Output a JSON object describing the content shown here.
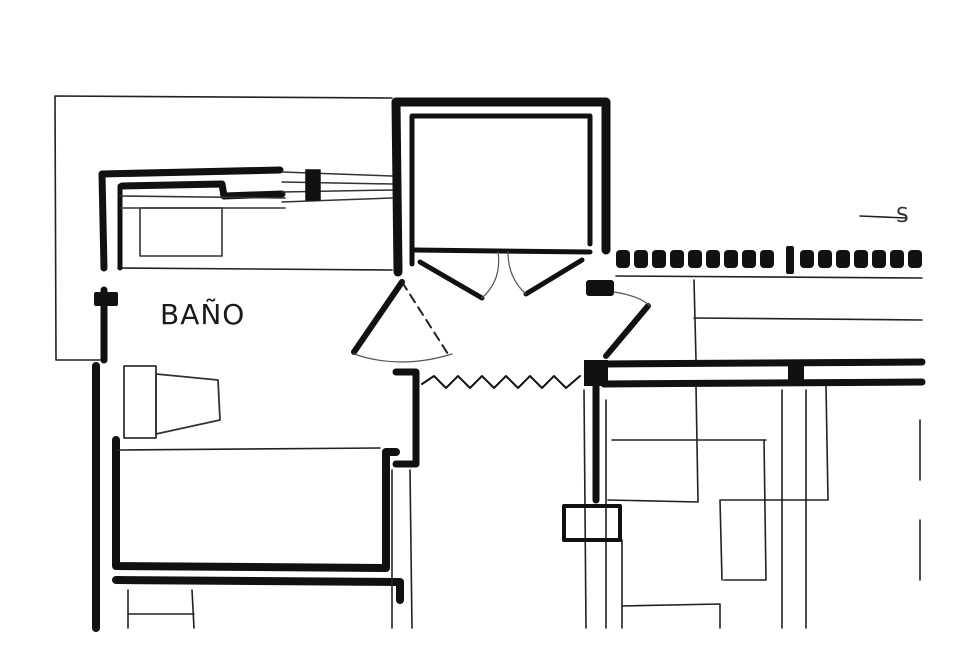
{
  "plan": {
    "ink_color": "#111111",
    "paper_color": "#ffffff",
    "rooms": [
      {
        "id": "bath",
        "label": "BAÑO"
      }
    ],
    "margin_note": "S"
  }
}
